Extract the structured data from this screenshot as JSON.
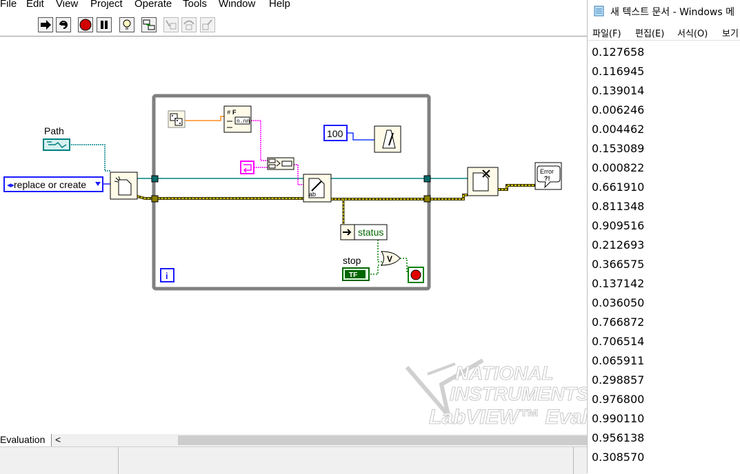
{
  "labview": {
    "menu": [
      "File",
      "Edit",
      "View",
      "Project",
      "Operate",
      "Tools",
      "Window",
      "Help"
    ],
    "toolbar_icons": [
      "run-arrow-icon",
      "run-continuously-icon",
      "abort-icon",
      "pause-icon",
      "highlight-execution-icon",
      "retain-wire-values-icon",
      "step-into-icon",
      "step-over-icon",
      "step-out-icon"
    ],
    "diagram": {
      "path_label": "Path",
      "enum_value": "replace or create",
      "wait_constant": "100",
      "status_label": "status",
      "stop_label": "stop",
      "bool_constant": "TF",
      "error_text": "Error",
      "loop_iteration": "i"
    },
    "watermark": {
      "line1": "NATIONAL",
      "line2": "INSTRUMENTS",
      "line3": "LabVIEW™ Evaluati"
    },
    "status_tab": "Evaluation",
    "scroll_left": "<",
    "colors": {
      "loop_border": "#808080",
      "path_wire": "#008080",
      "error_wire": "#b8a000",
      "string_wire": "#ff40ff",
      "number_wire": "#ff8c1a",
      "enum_border": "#0000cc",
      "bool_green": "#006600"
    }
  },
  "notepad": {
    "title": "새 텍스트 문서 - Windows 메",
    "menu": [
      "파일(F)",
      "편집(E)",
      "서식(O)",
      "보기"
    ],
    "lines": [
      "0.127658",
      "0.116945",
      "0.139014",
      "0.006246",
      "0.004462",
      "0.153089",
      "0.000822",
      "0.661910",
      "0.811348",
      "0.909516",
      "0.212693",
      "0.366575",
      "0.137142",
      "0.036050",
      "0.766872",
      "0.706514",
      "0.065911",
      "0.298857",
      "0.976800",
      "0.990110",
      "0.956138",
      "0.308570"
    ]
  }
}
